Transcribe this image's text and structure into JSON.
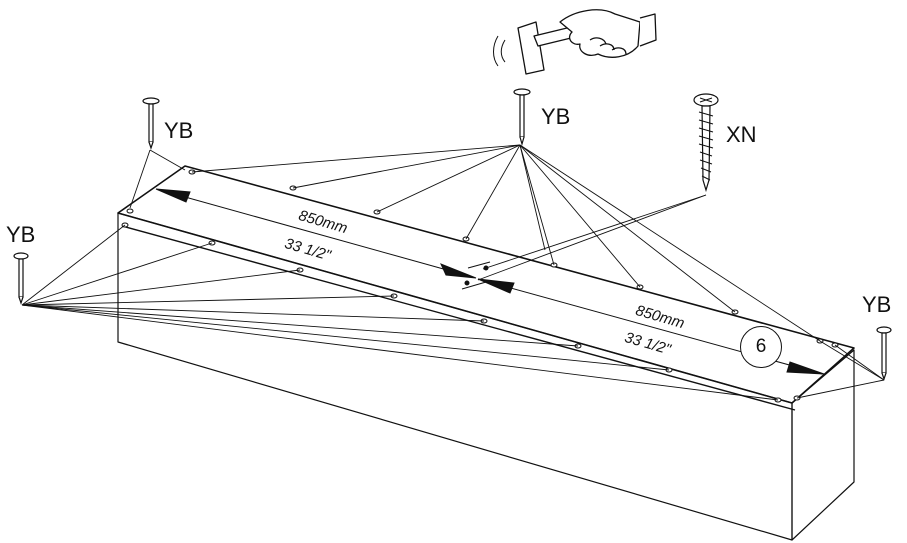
{
  "labels": {
    "nail_left_top": "YB",
    "nail_center_top": "YB",
    "nail_far_left": "YB",
    "nail_right": "YB",
    "screw": "XN"
  },
  "dimensions": {
    "left_mm": "850mm",
    "left_in": "33 1/2\"",
    "right_mm": "850mm",
    "right_in": "33 1/2\""
  },
  "step_number": "6",
  "icons": {
    "nail": "nail-icon",
    "screw": "screw-icon",
    "hammer": "hammer-hand-icon"
  },
  "colors": {
    "line": "#111111",
    "background": "#ffffff"
  }
}
